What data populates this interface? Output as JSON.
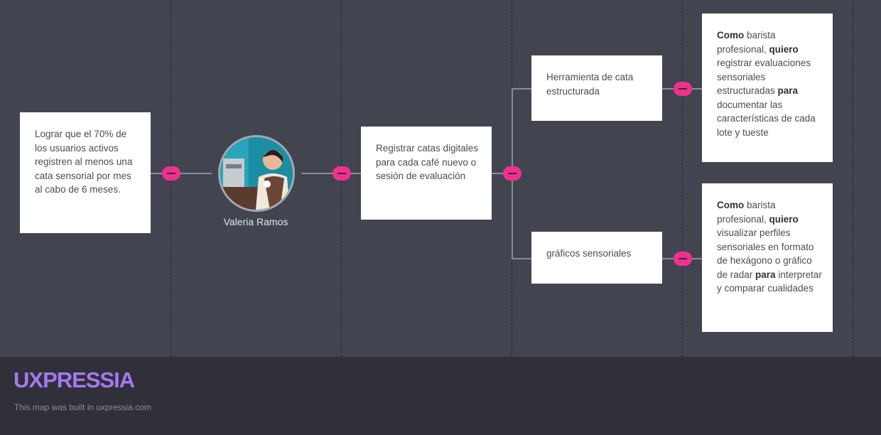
{
  "map": {
    "goal": "Lograr que el 70% de los usuarios activos registren al menos una cata sensorial por mes al cabo de 6 meses.",
    "persona": {
      "name": "Valeria Ramos",
      "avatar_icon": "barista-photo"
    },
    "task": "Registrar catas digitales para cada café nuevo o sesión de evaluación",
    "features": [
      {
        "label": "Herramienta de cata estructurada"
      },
      {
        "label": "gráficos sensoriales"
      }
    ],
    "stories": [
      {
        "w1": "Como",
        "t1": " barista profesional, ",
        "w2": "quiero",
        "t2": " registrar evaluaciones sensoriales estructuradas ",
        "w3": "para",
        "t3": " documentar las características de cada lote y tueste"
      },
      {
        "w1": "Como",
        "t1": " barista profesional, ",
        "w2": "quiero",
        "t2": " visualizar perfiles sensoriales en formato de hexágono o gráfico de radar ",
        "w3": "para",
        "t3": " interpretar y comparar cualidades"
      }
    ],
    "toggle_icon": "minus-icon"
  },
  "footer": {
    "logo": "UXPRESSIA",
    "built_text": "This map was built in uxpressia.com"
  },
  "colors": {
    "canvas": "#42454f",
    "footer": "#2f3039",
    "accent_toggle": "#f0308e",
    "logo": "#a678f0",
    "card": "#ffffff"
  }
}
